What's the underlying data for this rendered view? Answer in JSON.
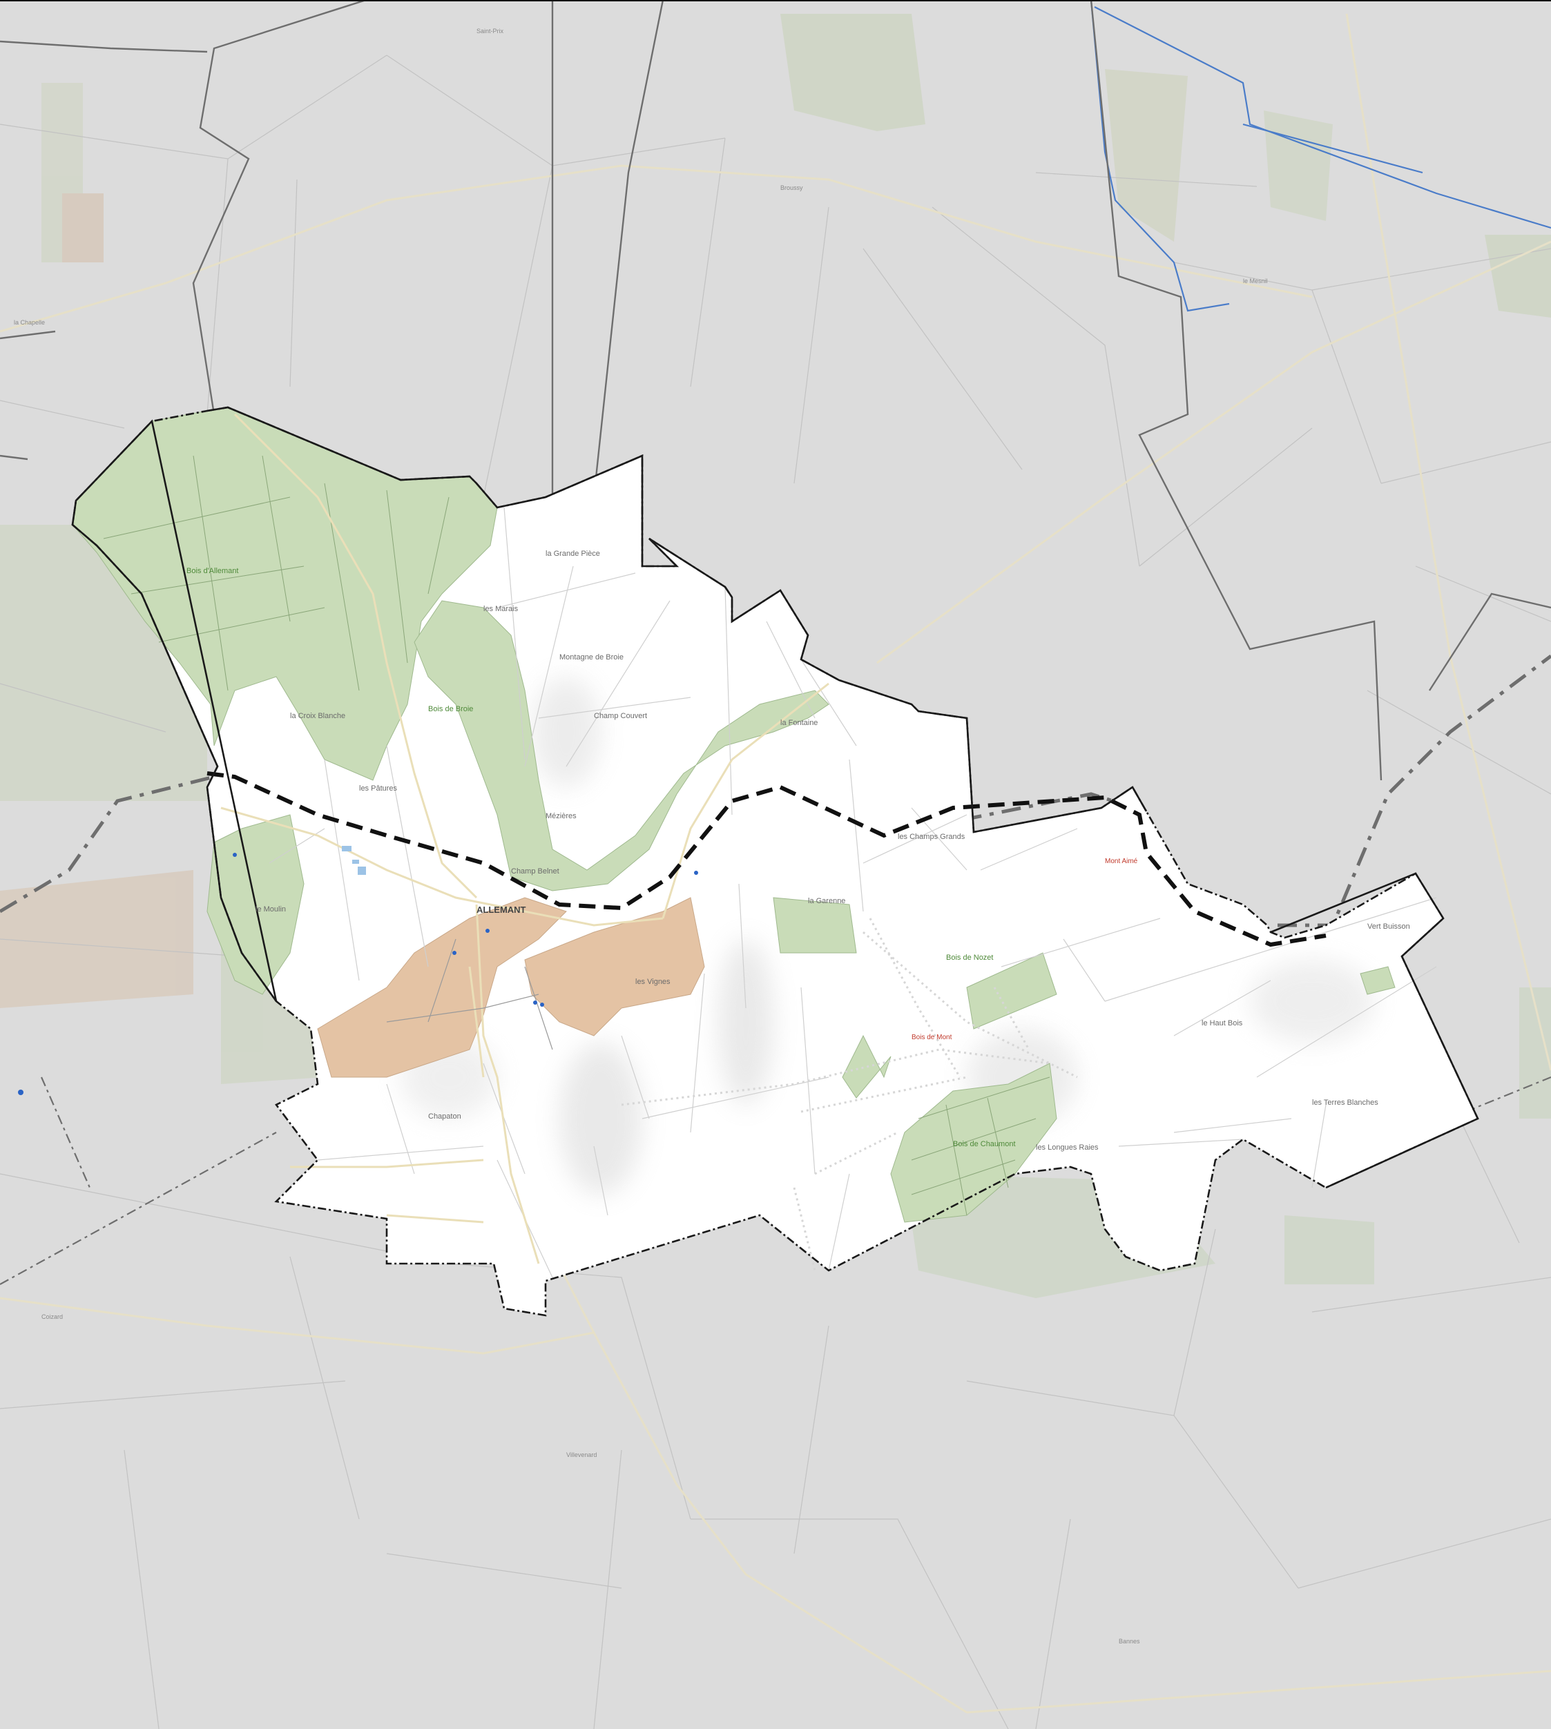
{
  "map": {
    "colors": {
      "background": "#dcdcdc",
      "commune_fill": "#ffffff",
      "forest": "#c9dcb8",
      "village": "#e4c3a4",
      "river": "#4a7cc9",
      "border": "#222222",
      "dept_border": "#6e6e6e"
    },
    "labels": {
      "town_main": "ALLEMANT",
      "wood_1": "Bois d'Allemant",
      "wood_2": "Bois de Broie",
      "wood_3": "Bois de Nozet",
      "wood_4": "Bois de Chaumont",
      "red_1": "Mont Aimé",
      "red_2": "Bois de Mont",
      "place_1": "Montagne de Broie",
      "place_2": "Champ Couvert",
      "place_3": "la Grande Pièce",
      "place_4": "les Champs Grands",
      "place_5": "les Marais",
      "place_6": "la Fontaine",
      "place_7": "Champ Belnet",
      "place_8": "la Croix Blanche",
      "place_9": "les Pâtures",
      "place_10": "Mézières",
      "place_11": "le Moulin",
      "place_12": "les Vignes",
      "place_13": "la Garenne",
      "place_14": "Saint-Prix",
      "place_15": "Broussy",
      "place_16": "la Chapelle",
      "place_17": "Coizard",
      "place_18": "Villevenard",
      "place_19": "Bannes",
      "place_20": "le Mesnil",
      "place_21": "les Longues Raies",
      "place_22": "Chapaton",
      "place_23": "le Haut Bois",
      "place_24": "les Terres Blanches",
      "place_25": "Vert Buisson"
    }
  }
}
